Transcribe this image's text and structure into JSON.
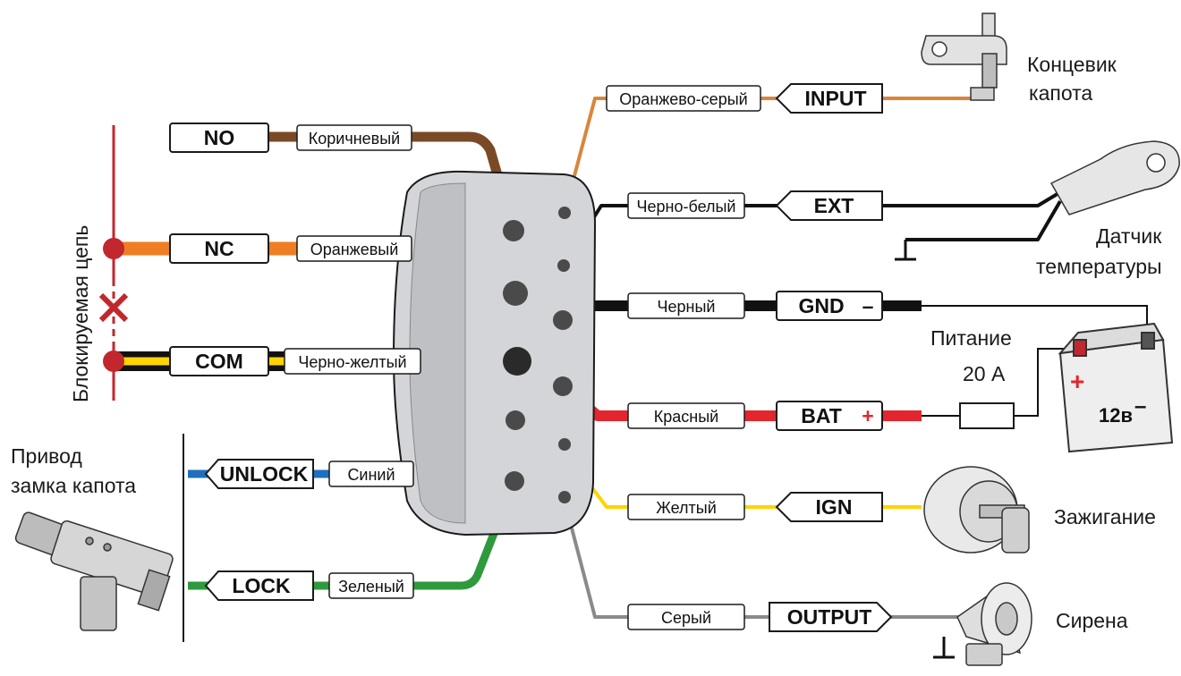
{
  "left_terminals": {
    "no": {
      "signal": "NO",
      "color_name": "Коричневый",
      "wire": "#7a4a26"
    },
    "nc": {
      "signal": "NC",
      "color_name": "Оранжевый",
      "wire": "#ef7d24"
    },
    "com": {
      "signal": "COM",
      "color_name": "Черно-желтый",
      "wire": "#111111",
      "stripe": "#ffd400"
    },
    "unlock": {
      "signal": "UNLOCK",
      "color_name": "Синий",
      "wire": "#1f6fbe"
    },
    "lock": {
      "signal": "LOCK",
      "color_name": "Зеленый",
      "wire": "#2f9a3d"
    }
  },
  "right_terminals": {
    "input": {
      "signal": "INPUT",
      "color_name": "Оранжево-серый",
      "wire": "#d9863b"
    },
    "ext": {
      "signal": "EXT",
      "color_name": "Черно-белый",
      "wire": "#111111"
    },
    "gnd": {
      "signal": "GND",
      "symbol": "–",
      "color_name": "Черный",
      "wire": "#111111"
    },
    "bat": {
      "signal": "BAT",
      "symbol": "+",
      "color_name": "Красный",
      "wire": "#e3262d"
    },
    "ign": {
      "signal": "IGN",
      "color_name": "Желтый",
      "wire": "#ffd400"
    },
    "output": {
      "signal": "OUTPUT",
      "color_name": "Серый",
      "wire": "#8a8a8a"
    }
  },
  "captions": {
    "blocked_circuit": "Блокируемая цепь",
    "hood_lock_drive_1": "Привод",
    "hood_lock_drive_2": "замка капота",
    "hood_switch_1": "Концевик",
    "hood_switch_2": "капота",
    "temp_sensor_1": "Датчик",
    "temp_sensor_2": "температуры",
    "power_1": "Питание",
    "power_2": "20 А",
    "battery_plus": "+",
    "battery_minus": "–",
    "battery_voltage": "12в",
    "ignition": "Зажигание",
    "siren": "Сирена"
  },
  "colors": {
    "blocked_circuit_line": "#c1272d",
    "module_body": "#cfd0d3",
    "outline": "#1a1a1a"
  }
}
